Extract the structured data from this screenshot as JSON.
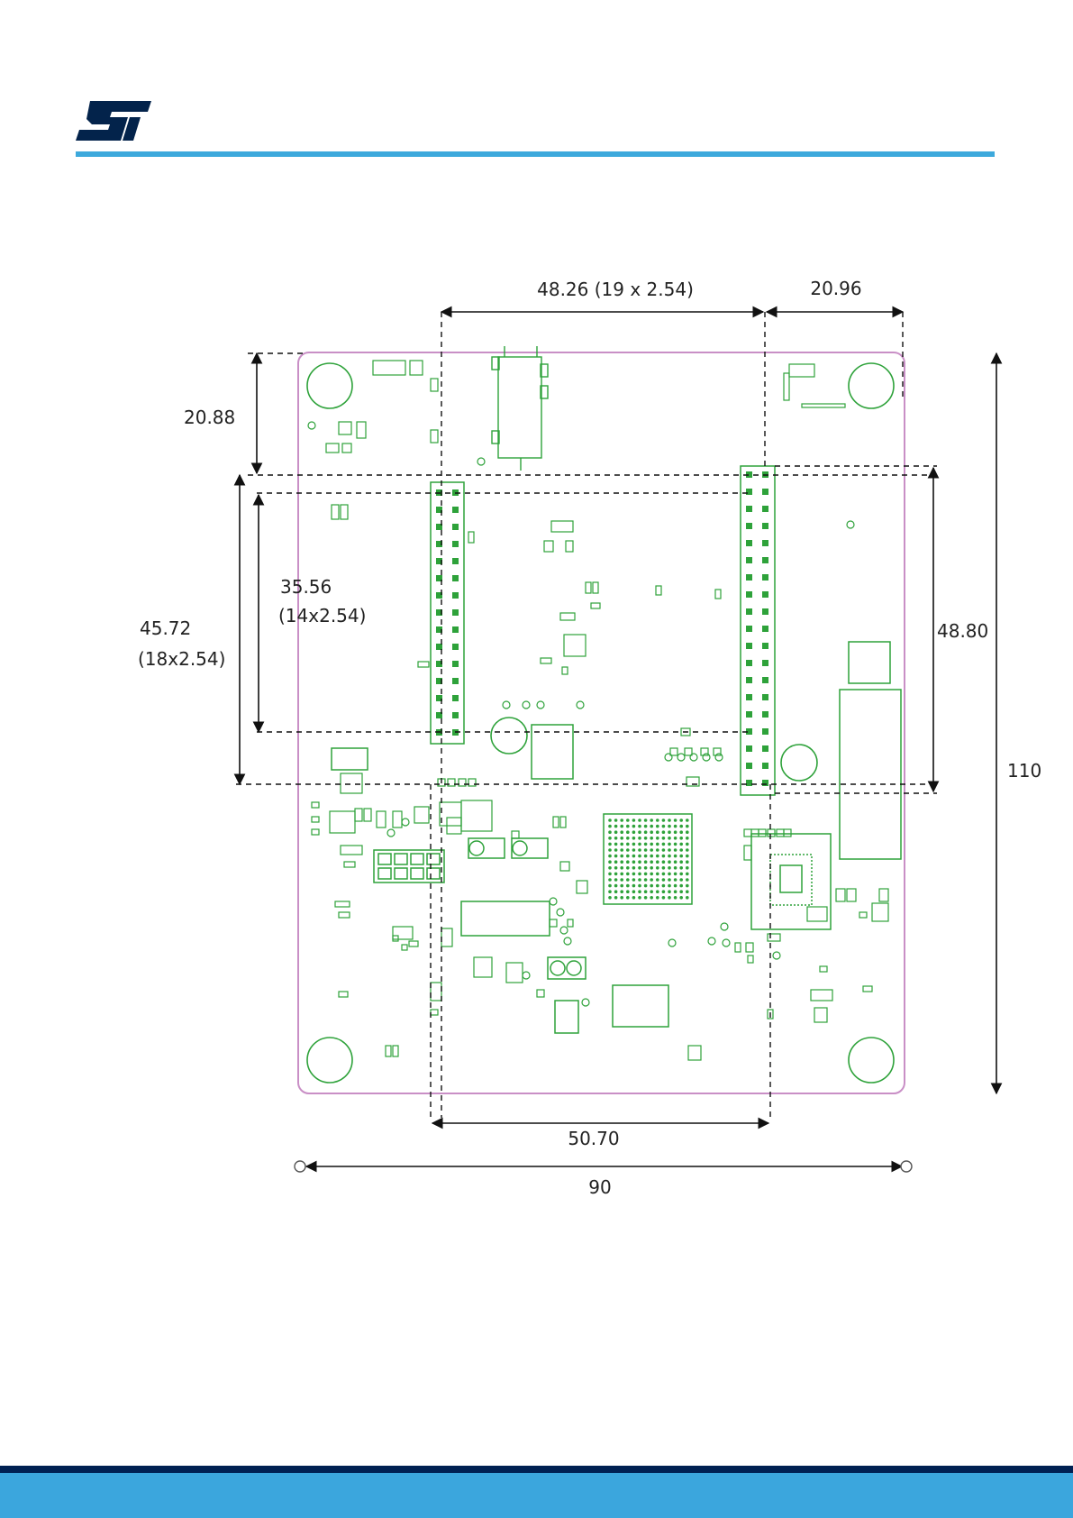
{
  "colors": {
    "brand_rule": "#3da9dc",
    "brand_logo": "#03234b",
    "board_outline": "#c98fc6",
    "silkscreen": "#2ea23a",
    "dimension": "#111111",
    "footer_dark": "#002052",
    "footer_blue": "#3ba6dd"
  },
  "logo": {
    "icon": "st-logo-icon"
  },
  "dimensions": {
    "top_header_pitch": "48.26 (19 x 2.54)",
    "top_right_offset": "20.96",
    "left_top_offset": "20.88",
    "inner_header_length": "35.56",
    "inner_header_pitch": "(14x2.54)",
    "outer_header_length": "45.72",
    "outer_header_pitch": "(18x2.54)",
    "right_header_length": "48.80",
    "board_height": "110",
    "bottom_header_span": "50.70",
    "board_width": "90"
  }
}
